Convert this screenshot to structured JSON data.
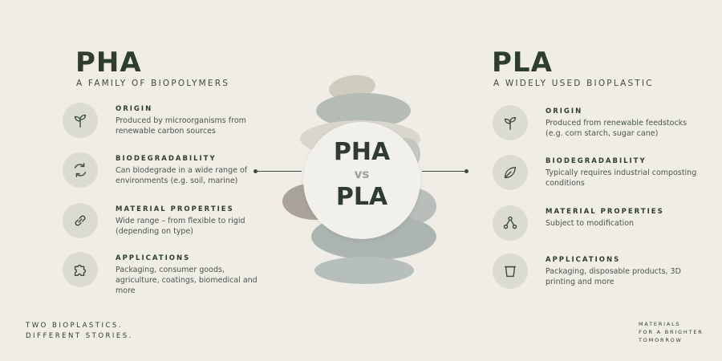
{
  "left": {
    "title": "PHA",
    "subtitle": "A FAMILY OF BIOPOLYMERS",
    "items": [
      {
        "icon": "sprout-icon",
        "heading": "ORIGIN",
        "text": "Produced by microorganisms from renewable carbon sources"
      },
      {
        "icon": "cycle-arrows-icon",
        "heading": "BIODEGRADABILITY",
        "text": "Can biodegrade in a wide range of environments (e.g. soil, marine)"
      },
      {
        "icon": "chain-link-icon",
        "heading": "MATERIAL PROPERTIES",
        "text": "Wide range – from flexible to rigid (depending on type)"
      },
      {
        "icon": "puzzle-piece-icon",
        "heading": "APPLICATIONS",
        "text": "Packaging, consumer goods, agriculture, coatings, biomedical and more"
      }
    ]
  },
  "right": {
    "title": "PLA",
    "subtitle": "A WIDELY USED BIOPLASTIC",
    "items": [
      {
        "icon": "sprout-icon",
        "heading": "ORIGIN",
        "text": "Produced from renewable feedstocks (e.g. corn starch, sugar cane)"
      },
      {
        "icon": "leaf-icon",
        "heading": "BIODEGRADABILITY",
        "text": "Typically requires industrial composting conditions"
      },
      {
        "icon": "molecule-icon",
        "heading": "MATERIAL PROPERTIES",
        "text": "Subject to modification"
      },
      {
        "icon": "cup-icon",
        "heading": "APPLICATIONS",
        "text": "Packaging, disposable products, 3D printing and more"
      }
    ]
  },
  "center": {
    "top": "PHA",
    "mid": "vs",
    "bottom": "PLA"
  },
  "footer": {
    "left_line1": "TWO BIOPLASTICS.",
    "left_line2": "DIFFERENT STORIES.",
    "right_line1": "MATERIALS",
    "right_line2": "FOR A BRIGHTER",
    "right_line3": "TOMORROW"
  },
  "colors": {
    "background": "#efede6",
    "title": "#2f3d31",
    "icon_bg": "#dcdbd2"
  }
}
